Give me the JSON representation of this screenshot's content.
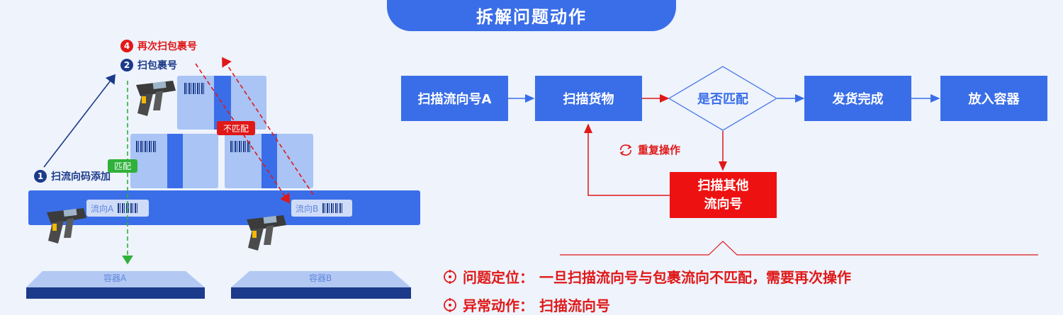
{
  "title": "拆解问题动作",
  "left": {
    "steps": {
      "s1": {
        "num": "1",
        "text": "扫流向码添加"
      },
      "s2": {
        "num": "2",
        "text": "扫包裹号"
      },
      "s4": {
        "num": "4",
        "text": "再次扫包裹号"
      }
    },
    "match_tag": "匹配",
    "mismatch_tag": "不匹配",
    "flow_a": "流向A",
    "flow_b": "流向B",
    "container_a": "容器A",
    "container_b": "容器B"
  },
  "flow": {
    "scan_flow": "扫描流向号A",
    "scan_goods": "扫描货物",
    "decision": "是否匹配",
    "ship_done": "发货完成",
    "put_container": "放入容器",
    "scan_other_line1": "扫描其他",
    "scan_other_line2": "流向号",
    "repeat_label": "重复操作"
  },
  "info": {
    "problem_label": "问题定位：",
    "problem_text": "一旦扫描流向号与包裹流向不匹配，需要再次操作",
    "anomaly_label": "异常动作：",
    "anomaly_text": "扫描流向号"
  },
  "colors": {
    "blue": "#3a6ee8",
    "red": "#ee1111",
    "green": "#2fb13a",
    "navy": "#1c3a8a",
    "background": "#eef3fc"
  }
}
